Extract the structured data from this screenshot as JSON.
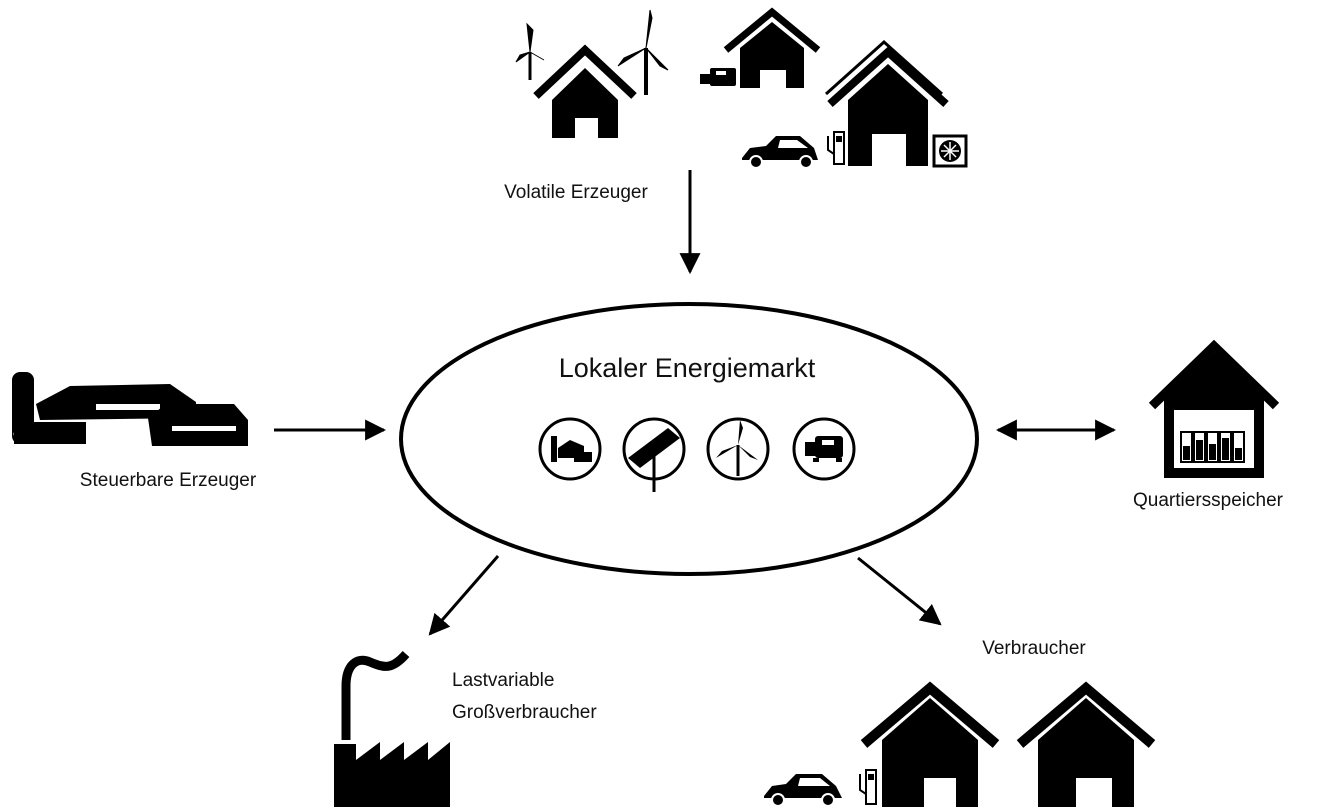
{
  "center": {
    "title": "Lokaler Energiemarkt"
  },
  "nodes": {
    "volatile": {
      "label": "Volatile Erzeuger"
    },
    "steuerbar": {
      "label": "Steuerbare Erzeuger"
    },
    "speicher": {
      "label": "Quartiersspeicher"
    },
    "grossverbraucher": {
      "line1": "Lastvariable",
      "line2": "Großverbraucher"
    },
    "verbraucher": {
      "label": "Verbraucher"
    }
  },
  "center_icons": [
    "biogas-plant-icon",
    "solar-panel-icon",
    "wind-turbine-icon",
    "generator-icon"
  ],
  "colors": {
    "ink": "#000000",
    "background": "#ffffff"
  }
}
